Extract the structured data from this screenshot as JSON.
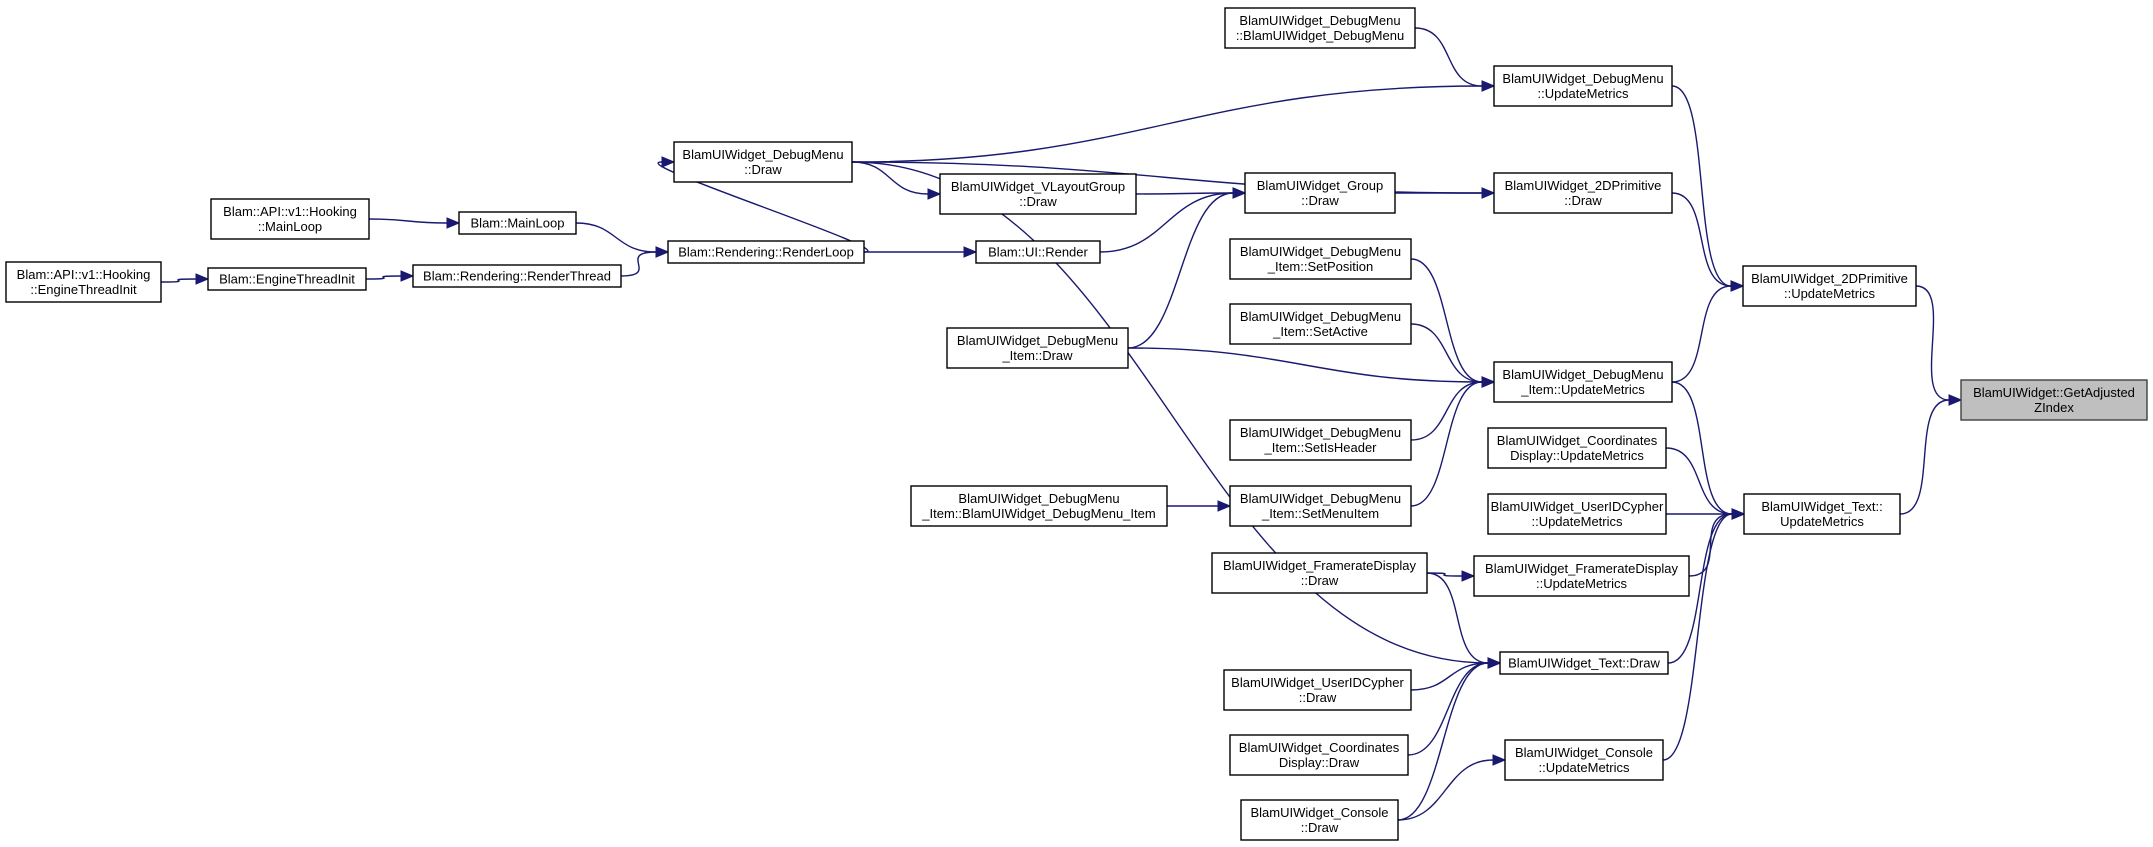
{
  "nodes": [
    {
      "id": "getadjusted",
      "lines": [
        "BlamUIWidget::GetAdjusted",
        "ZIndex"
      ],
      "root": true
    },
    {
      "id": "prim_um",
      "lines": [
        "BlamUIWidget_2DPrimitive",
        "::UpdateMetrics"
      ]
    },
    {
      "id": "text_um",
      "lines": [
        "BlamUIWidget_Text::",
        "UpdateMetrics"
      ]
    },
    {
      "id": "dm_um",
      "lines": [
        "BlamUIWidget_DebugMenu",
        "::UpdateMetrics"
      ]
    },
    {
      "id": "dm_ctor",
      "lines": [
        "BlamUIWidget_DebugMenu",
        "::BlamUIWidget_DebugMenu"
      ]
    },
    {
      "id": "prim_draw",
      "lines": [
        "BlamUIWidget_2DPrimitive",
        "::Draw"
      ]
    },
    {
      "id": "dmi_um",
      "lines": [
        "BlamUIWidget_DebugMenu",
        "_Item::UpdateMetrics"
      ]
    },
    {
      "id": "dm_draw",
      "lines": [
        "BlamUIWidget_DebugMenu",
        "::Draw"
      ]
    },
    {
      "id": "vlg_draw",
      "lines": [
        "BlamUIWidget_VLayoutGroup",
        "::Draw"
      ]
    },
    {
      "id": "grp_draw",
      "lines": [
        "BlamUIWidget_Group",
        "::Draw"
      ]
    },
    {
      "id": "api_mainloop",
      "lines": [
        "Blam::API::v1::Hooking",
        "::MainLoop"
      ]
    },
    {
      "id": "mainloop",
      "lines": [
        "Blam::MainLoop"
      ]
    },
    {
      "id": "renderloop",
      "lines": [
        "Blam::Rendering::RenderLoop"
      ]
    },
    {
      "id": "ui_render",
      "lines": [
        "Blam::UI::Render"
      ]
    },
    {
      "id": "api_eti",
      "lines": [
        "Blam::API::v1::Hooking",
        "::EngineThreadInit"
      ]
    },
    {
      "id": "eti",
      "lines": [
        "Blam::EngineThreadInit"
      ]
    },
    {
      "id": "renderthread",
      "lines": [
        "Blam::Rendering::RenderThread"
      ]
    },
    {
      "id": "dmi_setpos",
      "lines": [
        "BlamUIWidget_DebugMenu",
        "_Item::SetPosition"
      ]
    },
    {
      "id": "dmi_setactive",
      "lines": [
        "BlamUIWidget_DebugMenu",
        "_Item::SetActive"
      ]
    },
    {
      "id": "dmi_draw",
      "lines": [
        "BlamUIWidget_DebugMenu",
        "_Item::Draw"
      ]
    },
    {
      "id": "dmi_setisheader",
      "lines": [
        "BlamUIWidget_DebugMenu",
        "_Item::SetIsHeader"
      ]
    },
    {
      "id": "dmi_setmenuitem",
      "lines": [
        "BlamUIWidget_DebugMenu",
        "_Item::SetMenuItem"
      ]
    },
    {
      "id": "dmi_ctor",
      "lines": [
        "BlamUIWidget_DebugMenu",
        "_Item::BlamUIWidget_DebugMenu_Item"
      ]
    },
    {
      "id": "coord_um",
      "lines": [
        "BlamUIWidget_Coordinates",
        "Display::UpdateMetrics"
      ]
    },
    {
      "id": "uid_um",
      "lines": [
        "BlamUIWidget_UserIDCypher",
        "::UpdateMetrics"
      ]
    },
    {
      "id": "fps_um",
      "lines": [
        "BlamUIWidget_FramerateDisplay",
        "::UpdateMetrics"
      ]
    },
    {
      "id": "fps_draw",
      "lines": [
        "BlamUIWidget_FramerateDisplay",
        "::Draw"
      ]
    },
    {
      "id": "text_draw",
      "lines": [
        "BlamUIWidget_Text::Draw"
      ]
    },
    {
      "id": "uid_draw",
      "lines": [
        "BlamUIWidget_UserIDCypher",
        "::Draw"
      ]
    },
    {
      "id": "coord_draw",
      "lines": [
        "BlamUIWidget_Coordinates",
        "Display::Draw"
      ]
    },
    {
      "id": "console_um",
      "lines": [
        "BlamUIWidget_Console",
        "::UpdateMetrics"
      ]
    },
    {
      "id": "console_draw",
      "lines": [
        "BlamUIWidget_Console",
        "::Draw"
      ]
    }
  ],
  "edges": [
    {
      "from": "prim_um",
      "to": "getadjusted"
    },
    {
      "from": "text_um",
      "to": "getadjusted"
    },
    {
      "from": "dm_um",
      "to": "prim_um"
    },
    {
      "from": "prim_draw",
      "to": "prim_um"
    },
    {
      "from": "dmi_um",
      "to": "prim_um"
    },
    {
      "from": "dm_ctor",
      "to": "dm_um"
    },
    {
      "from": "dm_draw",
      "to": "dm_um"
    },
    {
      "from": "dm_draw",
      "to": "prim_draw"
    },
    {
      "from": "dm_draw",
      "to": "vlg_draw"
    },
    {
      "from": "dm_draw",
      "to": "text_draw"
    },
    {
      "from": "grp_draw",
      "to": "prim_draw"
    },
    {
      "from": "vlg_draw",
      "to": "grp_draw"
    },
    {
      "from": "ui_render",
      "to": "grp_draw"
    },
    {
      "from": "dmi_draw",
      "to": "grp_draw"
    },
    {
      "from": "renderloop",
      "to": "dm_draw"
    },
    {
      "from": "renderloop",
      "to": "ui_render"
    },
    {
      "from": "api_mainloop",
      "to": "mainloop"
    },
    {
      "from": "mainloop",
      "to": "renderloop"
    },
    {
      "from": "renderthread",
      "to": "renderloop"
    },
    {
      "from": "api_eti",
      "to": "eti"
    },
    {
      "from": "eti",
      "to": "renderthread"
    },
    {
      "from": "dmi_setpos",
      "to": "dmi_um"
    },
    {
      "from": "dmi_setactive",
      "to": "dmi_um"
    },
    {
      "from": "dmi_draw",
      "to": "dmi_um"
    },
    {
      "from": "dmi_setisheader",
      "to": "dmi_um"
    },
    {
      "from": "dmi_setmenuitem",
      "to": "dmi_um"
    },
    {
      "from": "dmi_ctor",
      "to": "dmi_setmenuitem"
    },
    {
      "from": "dmi_um",
      "to": "text_um"
    },
    {
      "from": "coord_um",
      "to": "text_um"
    },
    {
      "from": "uid_um",
      "to": "text_um"
    },
    {
      "from": "fps_um",
      "to": "text_um"
    },
    {
      "from": "text_draw",
      "to": "text_um"
    },
    {
      "from": "console_um",
      "to": "text_um"
    },
    {
      "from": "fps_draw",
      "to": "fps_um"
    },
    {
      "from": "fps_draw",
      "to": "text_draw"
    },
    {
      "from": "uid_draw",
      "to": "text_draw"
    },
    {
      "from": "coord_draw",
      "to": "text_draw"
    },
    {
      "from": "console_draw",
      "to": "text_draw"
    },
    {
      "from": "console_draw",
      "to": "console_um"
    }
  ]
}
